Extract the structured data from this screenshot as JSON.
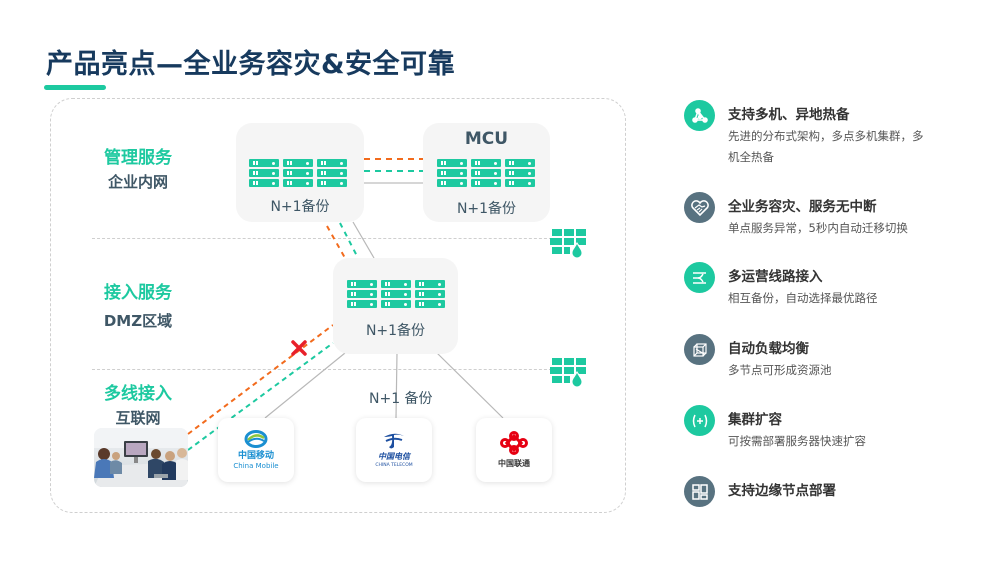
{
  "title": "产品亮点—全业务容灾&安全可靠",
  "colors": {
    "accent": "#1dc9a0",
    "title": "#173a5e",
    "slate": "#587280",
    "text": "#3f5766",
    "link_orange": "#f26b1d",
    "link_green": "#1dc9a0",
    "failure_mark": "#e8202a",
    "box_bg": "#f5f5f5"
  },
  "zones": [
    {
      "primary": "管理服务",
      "secondary": "企业内网"
    },
    {
      "primary": "接入服务",
      "secondary": "DMZ区域"
    },
    {
      "primary": "多线接入",
      "secondary": "互联网"
    }
  ],
  "server_boxes": {
    "management": {
      "title": "",
      "caption": "N+1备份"
    },
    "mcu": {
      "title": "MCU",
      "caption": "N+1备份"
    },
    "access": {
      "title": "",
      "caption": "N+1备份"
    }
  },
  "carrier_backup_label": "N+1 备份",
  "carriers": [
    {
      "name": "中国移动",
      "sub": "China Mobile",
      "color": "#1a8fd1"
    },
    {
      "name": "中国电信",
      "sub": "CHINA TELECOM",
      "color": "#1d4fa0"
    },
    {
      "name": "中国联通",
      "sub": "",
      "color": "#333333",
      "logo_color": "#e60012"
    }
  ],
  "icons": {
    "server_rack": "server-rack-icon",
    "firewall": "firewall-icon",
    "failure": "x-mark-icon",
    "meeting_photo": "video-conference-photo"
  },
  "features": [
    {
      "icon": "network-nodes-icon",
      "style": "teal",
      "title": "支持多机、异地热备",
      "desc": "先进的分布式架构，多点多机集群，多机全热备"
    },
    {
      "icon": "heart-handshake-icon",
      "style": "slate",
      "title": "全业务容灾、服务无中断",
      "desc": "单点服务异常，5秒内自动迁移切换"
    },
    {
      "icon": "route-split-icon",
      "style": "teal",
      "title": "多运营线路接入",
      "desc": "相互备份，自动选择最优路径"
    },
    {
      "icon": "cube-balance-icon",
      "style": "slate",
      "title": "自动负载均衡",
      "desc": "多节点可形成资源池"
    },
    {
      "icon": "cluster-plus-icon",
      "style": "teal",
      "title": "集群扩容",
      "desc": "可按需部署服务器快速扩容"
    },
    {
      "icon": "edge-node-icon",
      "style": "slate",
      "title": "支持边缘节点部署",
      "desc": ""
    }
  ]
}
